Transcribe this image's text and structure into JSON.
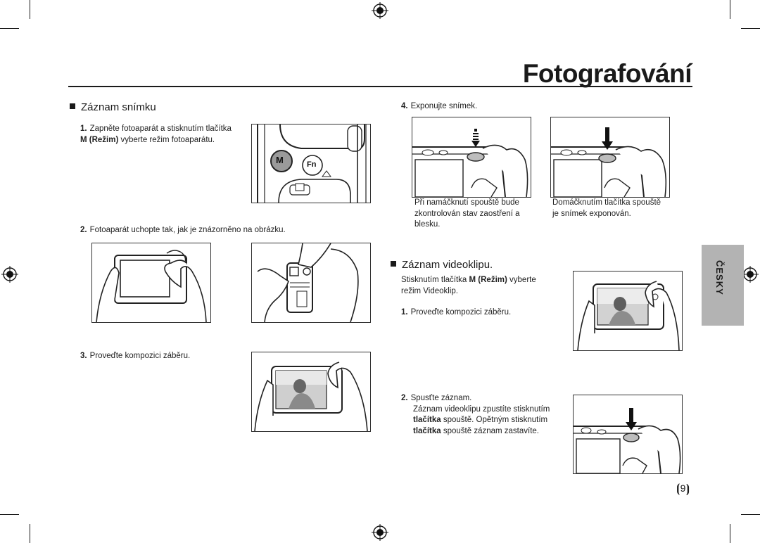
{
  "page": {
    "title": "Fotografování",
    "language_tab": "ČESKY",
    "page_number": "9"
  },
  "left": {
    "section_title": "Záznam snímku",
    "step1": {
      "number": "1.",
      "line1": "Zapněte fotoaparát a stisknutím tlačítka",
      "bold_part": "M (Režim)",
      "line2_rest": "vyberte režim fotoaparátu."
    },
    "step1_figure_labels": {
      "mode_button": "M",
      "fn_button": "Fn"
    },
    "step2": {
      "number": "2.",
      "text": "Fotoaparát uchopte tak, jak je znázorněno na obrázku."
    },
    "step3": {
      "number": "3.",
      "text": "Proveďte kompozici záběru."
    }
  },
  "right": {
    "step4": {
      "number": "4.",
      "text": "Exponujte snímek."
    },
    "caption_half": [
      "Při namáčknutí spouště bude",
      "zkontrolován stav zaostření a",
      "blesku."
    ],
    "caption_full": [
      "Domáčknutím tlačítka spouště",
      "je snímek exponován."
    ],
    "video_section_title": "Záznam videoklipu.",
    "video_intro": {
      "part1": "Stisknutím tlačítka",
      "bold": "M (Režim)",
      "part2": "vyberte",
      "line2": "režim Videoklip."
    },
    "video_step1": {
      "number": "1.",
      "text": "Proveďte kompozici záběru."
    },
    "video_step2": {
      "number": "2.",
      "title": "Spusťte záznam.",
      "line1": "Záznam videoklipu zpustíte stisknutím",
      "line2_bold": "tlačítka",
      "line2_rest": "spouště. Opětným stisknutím",
      "line3_bold": "tlačítka",
      "line3_rest": "spouště záznam zastavíte."
    }
  }
}
